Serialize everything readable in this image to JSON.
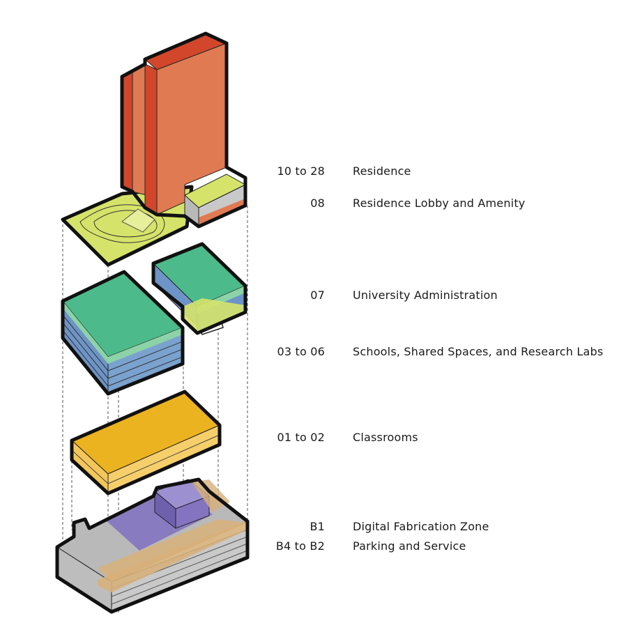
{
  "legend": [
    {
      "level": "10 to 28",
      "label": "Residence"
    },
    {
      "level": "08",
      "label": "Residence Lobby and Amenity"
    },
    {
      "level": "07",
      "label": "University Administration"
    },
    {
      "level": "03 to 06",
      "label": "Schools, Shared Spaces, and Research Labs"
    },
    {
      "level": "01 to 02",
      "label": "Classrooms"
    },
    {
      "level": "B1",
      "label": "Digital Fabrication Zone"
    },
    {
      "level": "B4 to B2",
      "label": "Parking and Service"
    }
  ],
  "colors": {
    "residence": "#e07a52",
    "residence_dark": "#d2472b",
    "lobby": "#d6e36a",
    "administration": "#4cba8a",
    "schools": "#6d94c6",
    "classrooms": "#ecb320",
    "fabrication": "#8474c0",
    "parking": "#b9b9b9",
    "service": "#d7b07a"
  }
}
